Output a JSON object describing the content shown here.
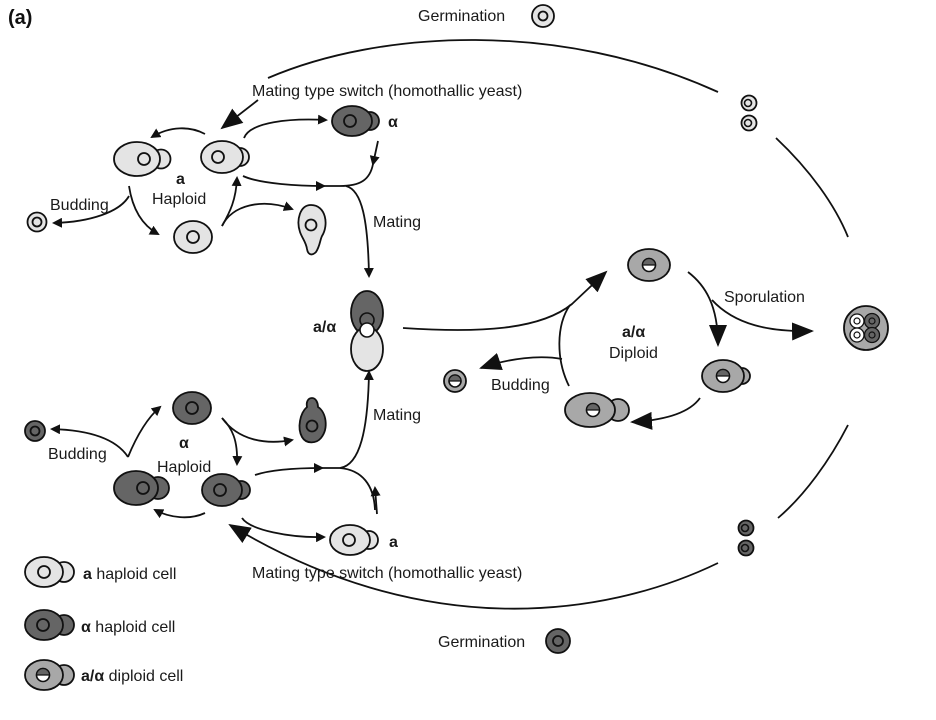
{
  "panel_label": "(a)",
  "colors": {
    "a_haploid": "#e4e4e4",
    "alpha_haploid": "#656565",
    "diploid": "#a8a8a8",
    "line": "#111111",
    "nucleus_white": "#ffffff"
  },
  "labels": {
    "germination_top": "Germination",
    "germination_bottom": "Germination",
    "mating_switch_top": "Mating type switch (homothallic yeast)",
    "mating_switch_bottom": "Mating type switch (homothallic yeast)",
    "a_haploid_type": "a",
    "a_haploid_title": "Haploid",
    "alpha_haploid_type": "α",
    "alpha_haploid_title": "Haploid",
    "budding_a": "Budding",
    "budding_alpha": "Budding",
    "budding_diploid": "Budding",
    "mating_top": "Mating",
    "mating_bottom": "Mating",
    "alpha_switched": "α",
    "a_switched": "a",
    "zygote": "a/α",
    "diploid_type": "a/α",
    "diploid_title": "Diploid",
    "sporulation": "Sporulation"
  },
  "legend": [
    {
      "type": "a",
      "text": " haploid cell"
    },
    {
      "type": "α",
      "text": " haploid cell"
    },
    {
      "type": "a/α",
      "text": " diploid cell"
    }
  ]
}
